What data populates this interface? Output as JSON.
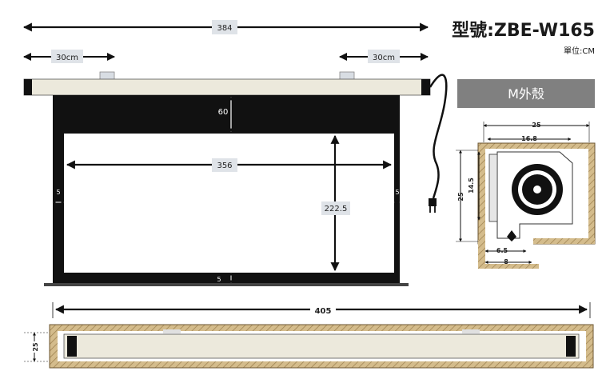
{
  "model": {
    "title": "型號:ZBE-W165",
    "unit": "單位:CM"
  },
  "front_view": {
    "overall_width": "384",
    "left_offset": "30cm",
    "right_offset": "30cm",
    "top_border": "60",
    "viewing_width": "356",
    "viewing_height": "222.5",
    "left_border": "5",
    "right_border": "5",
    "bottom_border": "5"
  },
  "housing": {
    "label": "M外殼",
    "width": "25",
    "inner_width": "16.8",
    "height": "25",
    "inner_height": "14.5",
    "slot_offset": "6.5",
    "slot_width": "8"
  },
  "ceiling_view": {
    "length": "405",
    "depth": "25"
  },
  "colors": {
    "screen_border": "#111111",
    "housing_bar": "#ece9dc",
    "header_gray": "#808080",
    "label_box": "#dfe3e8",
    "wood": "#d2b98a"
  }
}
